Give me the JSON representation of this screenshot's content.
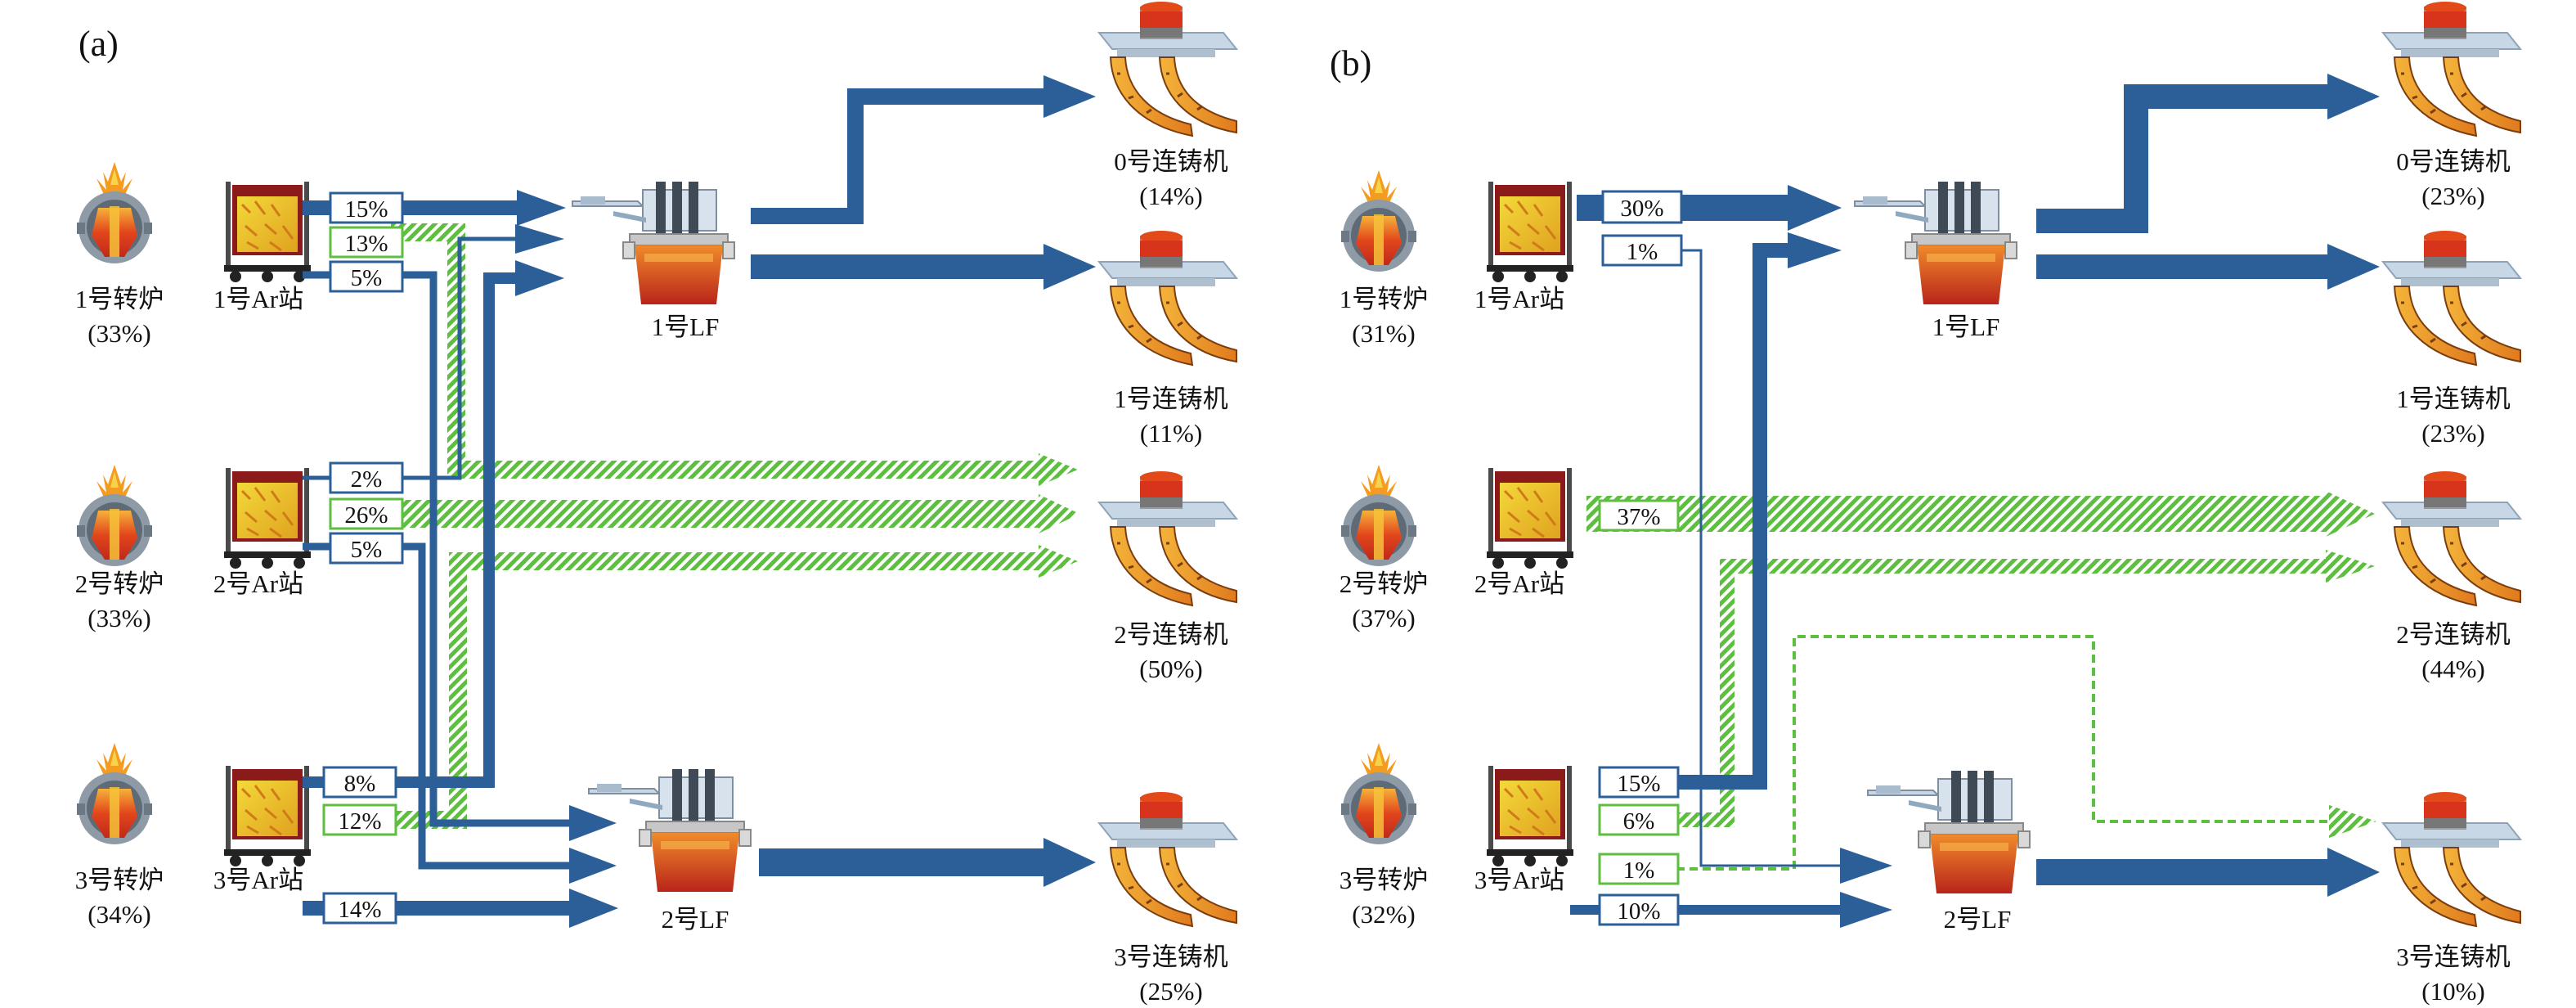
{
  "colors": {
    "primary_flow": "#2c5f97",
    "secondary_flow": "#5dbe3f",
    "text": "#111111"
  },
  "panels": [
    {
      "id": "a",
      "label": "(a)",
      "converters": [
        {
          "name": "1号转炉",
          "pct": "(33%)"
        },
        {
          "name": "2号转炉",
          "pct": "(33%)"
        },
        {
          "name": "3号转炉",
          "pct": "(34%)"
        }
      ],
      "ar_stations": [
        "1号Ar站",
        "2号Ar站",
        "3号Ar站"
      ],
      "lf": [
        "1号LF",
        "2号LF"
      ],
      "casters": [
        {
          "name": "0号连铸机",
          "pct": "(14%)"
        },
        {
          "name": "1号连铸机",
          "pct": "(11%)"
        },
        {
          "name": "2号连铸机",
          "pct": "(50%)"
        },
        {
          "name": "3号连铸机",
          "pct": "(25%)"
        }
      ],
      "flows": [
        {
          "from": "1号Ar站",
          "to": "1号LF",
          "value": "15%",
          "kind": "primary"
        },
        {
          "from": "1号Ar站",
          "to": "2号连铸机",
          "value": "13%",
          "kind": "secondary"
        },
        {
          "from": "1号Ar站",
          "to": "2号LF",
          "value": "5%",
          "kind": "primary"
        },
        {
          "from": "2号Ar站",
          "to": "1号LF",
          "value": "2%",
          "kind": "primary"
        },
        {
          "from": "2号Ar站",
          "to": "2号连铸机",
          "value": "26%",
          "kind": "secondary"
        },
        {
          "from": "2号Ar站",
          "to": "2号LF",
          "value": "5%",
          "kind": "primary"
        },
        {
          "from": "3号Ar站",
          "to": "1号LF",
          "value": "8%",
          "kind": "primary"
        },
        {
          "from": "3号Ar站",
          "to": "2号连铸机",
          "value": "12%",
          "kind": "secondary"
        },
        {
          "from": "3号Ar站",
          "to": "2号LF",
          "value": "14%",
          "kind": "primary"
        }
      ]
    },
    {
      "id": "b",
      "label": "(b)",
      "converters": [
        {
          "name": "1号转炉",
          "pct": "(31%)"
        },
        {
          "name": "2号转炉",
          "pct": "(37%)"
        },
        {
          "name": "3号转炉",
          "pct": "(32%)"
        }
      ],
      "ar_stations": [
        "1号Ar站",
        "2号Ar站",
        "3号Ar站"
      ],
      "lf": [
        "1号LF",
        "2号LF"
      ],
      "casters": [
        {
          "name": "0号连铸机",
          "pct": "(23%)"
        },
        {
          "name": "1号连铸机",
          "pct": "(23%)"
        },
        {
          "name": "2号连铸机",
          "pct": "(44%)"
        },
        {
          "name": "3号连铸机",
          "pct": "(10%)"
        }
      ],
      "flows": [
        {
          "from": "1号Ar站",
          "to": "1号LF",
          "value": "30%",
          "kind": "primary"
        },
        {
          "from": "1号Ar站",
          "to": "2号LF",
          "value": "1%",
          "kind": "primary"
        },
        {
          "from": "2号Ar站",
          "to": "2号连铸机",
          "value": "37%",
          "kind": "secondary"
        },
        {
          "from": "3号Ar站",
          "to": "1号LF",
          "value": "15%",
          "kind": "primary"
        },
        {
          "from": "3号Ar站",
          "to": "2号连铸机",
          "value": "6%",
          "kind": "secondary"
        },
        {
          "from": "3号Ar站",
          "to": "3号连铸机",
          "value": "1%",
          "kind": "secondary"
        },
        {
          "from": "3号Ar站",
          "to": "2号LF",
          "value": "10%",
          "kind": "primary"
        }
      ]
    }
  ]
}
